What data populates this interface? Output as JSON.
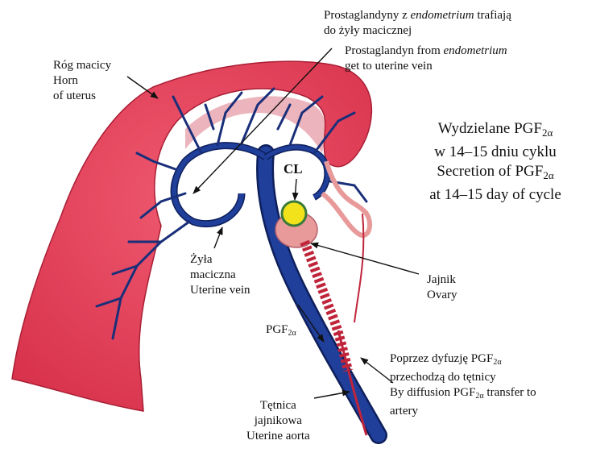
{
  "labels": {
    "prostaglandin_pl_1": "Prostaglandyny z",
    "prostaglandin_pl_2": "endometrium",
    "prostaglandin_pl_3": "trafiają",
    "prostaglandin_pl_4": "do żyły macicznej",
    "prostaglandin_en_1": "Prostaglandyn from",
    "prostaglandin_en_2": "endometrium",
    "prostaglandin_en_3": "get to uterine vein",
    "horn_pl": "Róg macicy",
    "horn_en_1": "Horn",
    "horn_en_2": "of uterus",
    "secretion_pl_1": "Wydzielane PGF",
    "secretion_pl_sub": "2α",
    "secretion_pl_2": "w 14–15 dniu cyklu",
    "secretion_en_1": "Secretion of PGF",
    "secretion_en_sub": "2α",
    "secretion_en_2": "at 14–15 day of cycle",
    "cl": "CL",
    "vein_pl_1": "Żyła",
    "vein_pl_2": "maciczna",
    "vein_en": "Uterine vein",
    "ovary_pl": "Jajnik",
    "ovary_en": "Ovary",
    "pgf_main": "PGF",
    "pgf_sub": "2α",
    "diffusion_pl_1": "Poprzez dyfuzję PGF",
    "diffusion_pl_sub": "2α",
    "diffusion_pl_2": "przechodzą do tętnicy",
    "diffusion_en_1": "By diffusion PGF",
    "diffusion_en_sub": "2α",
    "diffusion_en_2": "transfer to",
    "diffusion_en_3": "artery",
    "artery_pl_1": "Tętnica",
    "artery_pl_2": "jajnikowa",
    "artery_en": "Uterine aorta"
  },
  "colors": {
    "uterus": "#e8405a",
    "uterus_dark": "#c9283f",
    "vein": "#1f3f9a",
    "vein_edge": "#0e1f5c",
    "artery": "#c0243a",
    "ovary": "#e89a9a",
    "corpus_luteum": "#f2e21c"
  }
}
